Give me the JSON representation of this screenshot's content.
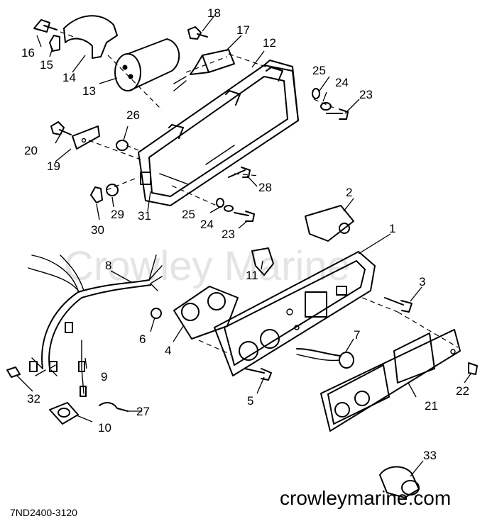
{
  "watermark": "Crowley Marine",
  "site": "crowleymarine.com",
  "diagram_code": "7ND2400-3120",
  "callouts": [
    {
      "id": "c1",
      "label": "1"
    },
    {
      "id": "c2",
      "label": "2"
    },
    {
      "id": "c3",
      "label": "3"
    },
    {
      "id": "c4",
      "label": "4"
    },
    {
      "id": "c5",
      "label": "5"
    },
    {
      "id": "c6",
      "label": "6"
    },
    {
      "id": "c7",
      "label": "7"
    },
    {
      "id": "c8",
      "label": "8"
    },
    {
      "id": "c9",
      "label": "9"
    },
    {
      "id": "c10",
      "label": "10"
    },
    {
      "id": "c11",
      "label": "11"
    },
    {
      "id": "c12",
      "label": "12"
    },
    {
      "id": "c13",
      "label": "13"
    },
    {
      "id": "c14",
      "label": "14"
    },
    {
      "id": "c15",
      "label": "15"
    },
    {
      "id": "c16",
      "label": "16"
    },
    {
      "id": "c17",
      "label": "17"
    },
    {
      "id": "c18",
      "label": "18"
    },
    {
      "id": "c19",
      "label": "19"
    },
    {
      "id": "c20",
      "label": "20"
    },
    {
      "id": "c21",
      "label": "21"
    },
    {
      "id": "c22",
      "label": "22"
    },
    {
      "id": "c23a",
      "label": "23"
    },
    {
      "id": "c23b",
      "label": "23"
    },
    {
      "id": "c24a",
      "label": "24"
    },
    {
      "id": "c24b",
      "label": "24"
    },
    {
      "id": "c25a",
      "label": "25"
    },
    {
      "id": "c25b",
      "label": "25"
    },
    {
      "id": "c26",
      "label": "26"
    },
    {
      "id": "c27",
      "label": "27"
    },
    {
      "id": "c28",
      "label": "28"
    },
    {
      "id": "c29",
      "label": "29"
    },
    {
      "id": "c30",
      "label": "30"
    },
    {
      "id": "c31",
      "label": "31"
    },
    {
      "id": "c32",
      "label": "32"
    },
    {
      "id": "c33",
      "label": "33"
    }
  ]
}
